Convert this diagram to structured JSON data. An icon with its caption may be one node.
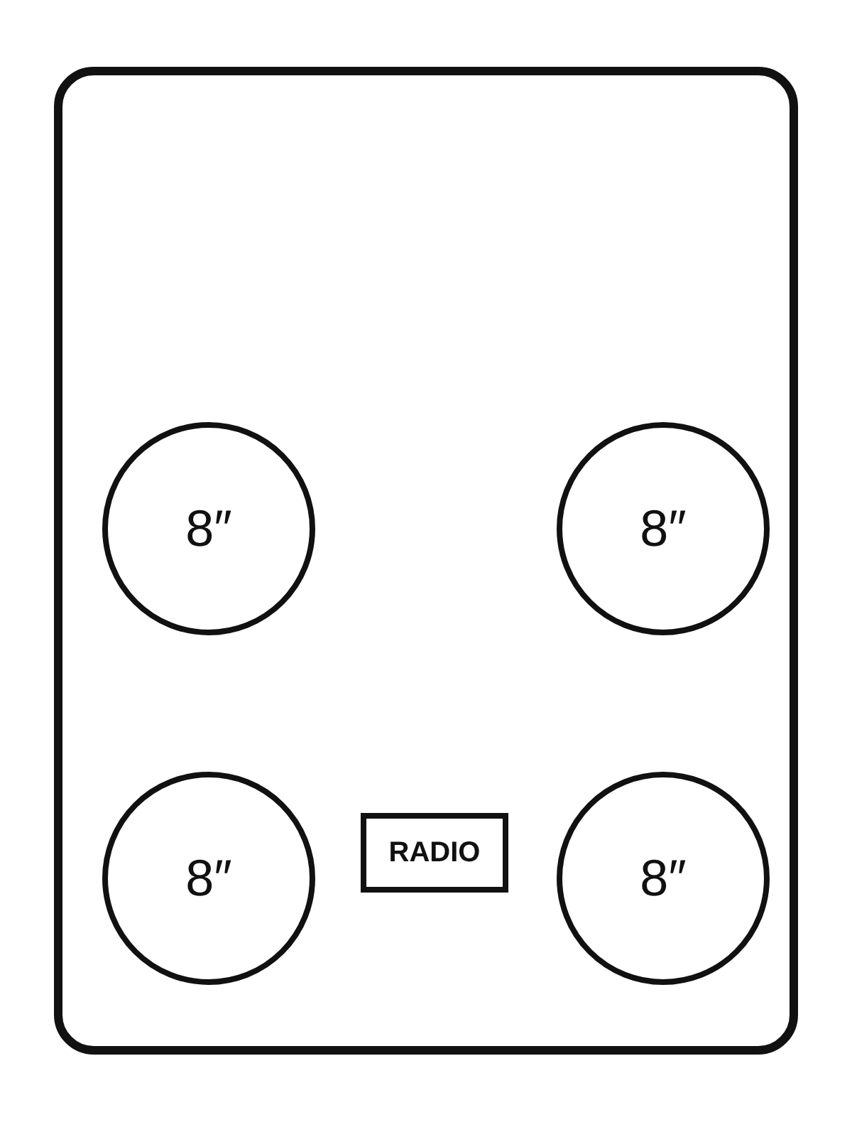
{
  "diagram": {
    "nodes": [
      {
        "text": [],
        "shape": "box"
      },
      {
        "text": [
          "8″"
        ],
        "in": 0
      },
      {
        "text": [
          "8″"
        ],
        "in": 0
      },
      {
        "text": [
          "8″"
        ],
        "in": 0
      },
      {
        "text": [
          "RADIO"
        ],
        "in": 0
      },
      {
        "text": [
          "8″"
        ],
        "in": 0
      }
    ]
  }
}
